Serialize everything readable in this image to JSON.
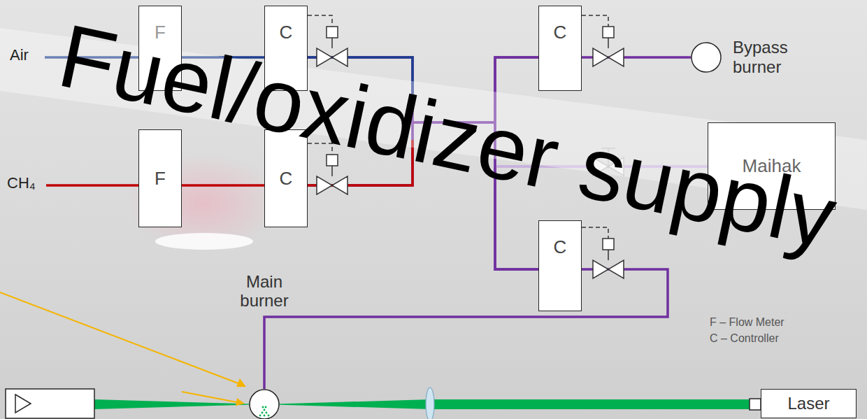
{
  "diagram": {
    "nodes": [
      {
        "text": [
          "F"
        ]
      },
      {
        "text": [
          "C"
        ]
      },
      {
        "text": [
          "F"
        ]
      },
      {
        "text": [
          "C"
        ]
      },
      {
        "text": [
          "C"
        ]
      },
      {
        "text": [
          "Bypass burner"
        ]
      },
      {
        "text": [
          "Maihak"
        ]
      },
      {
        "text": [
          "C"
        ]
      },
      {
        "text": [
          "Main burner"
        ]
      },
      {
        "text": [
          "Laser"
        ]
      }
    ],
    "edges": [
      {
        "from": 0,
        "to": 1,
        "arrow": "none"
      },
      {
        "from": 2,
        "to": 3,
        "arrow": "none"
      },
      {
        "from": 1,
        "to": 4,
        "arrow": "none"
      },
      {
        "from": 1,
        "to": 6,
        "arrow": "none"
      },
      {
        "from": 1,
        "to": 7,
        "arrow": "none"
      },
      {
        "from": 3,
        "to": 4,
        "arrow": "none"
      },
      {
        "from": 3,
        "to": 6,
        "arrow": "none"
      },
      {
        "from": 3,
        "to": 7,
        "arrow": "none"
      },
      {
        "from": 4,
        "to": 5,
        "arrow": "none"
      },
      {
        "from": 7,
        "to": 8,
        "arrow": "none"
      }
    ],
    "labels": [
      "Air",
      "CH₄",
      "Fuel/oxidizer supply",
      "F – Flow Meter",
      "C – Controller"
    ]
  }
}
